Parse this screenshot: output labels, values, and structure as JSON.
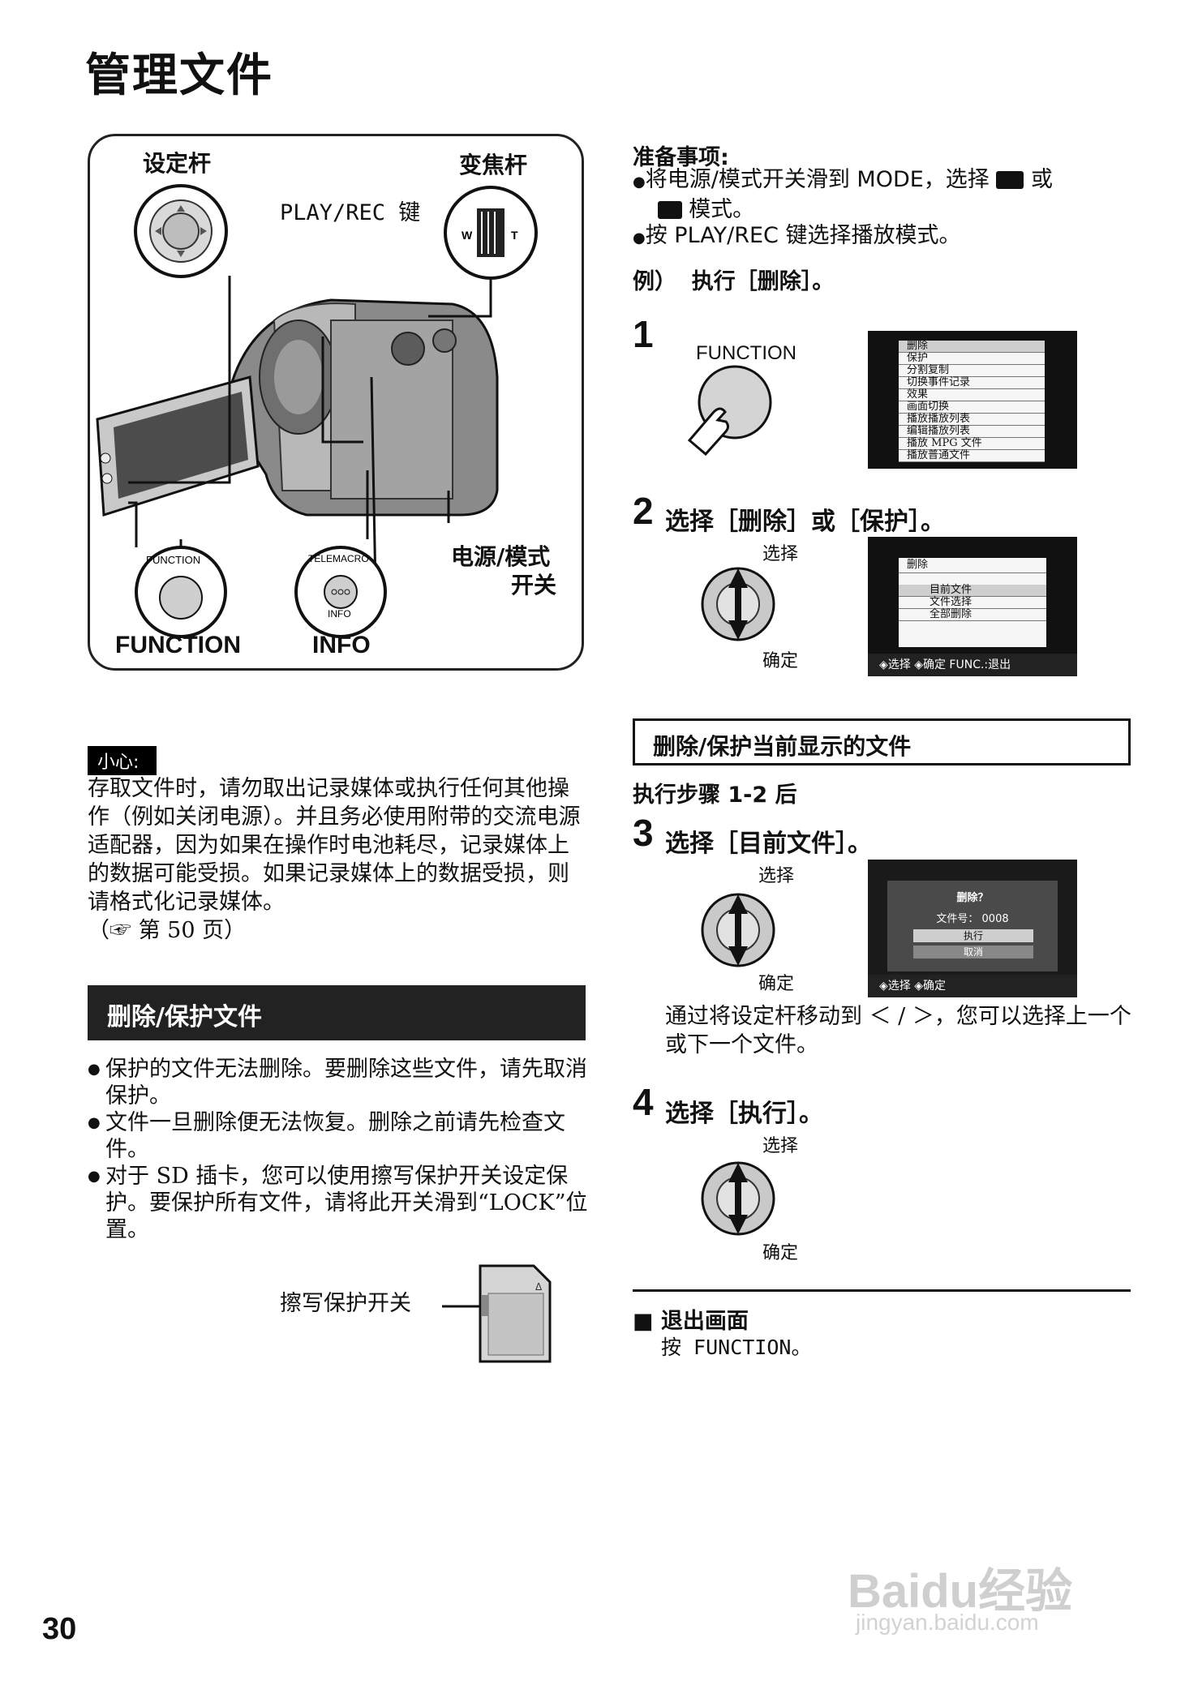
{
  "title": "管理文件",
  "camera": {
    "label_control_lever": "设定杆",
    "label_zoom_lever": "变焦杆",
    "label_play_rec": "PLAY/REC 键",
    "label_power_mode": "电源/模式",
    "label_power_mode_2": "开关",
    "function_small": "FUNCTION",
    "function_big": "FUNCTION",
    "telemacro": "TELEMACRO",
    "info_small": "INFO",
    "info_big": "INFO",
    "zoom_w": "W",
    "zoom_t": "T"
  },
  "caution": {
    "tag": "小心:",
    "text": "存取文件时，请勿取出记录媒体或执行任何其他操作（例如关闭电源）。并且务必使用附带的交流电源适配器，因为如果在操作时电池耗尽，记录媒体上的数据可能受损。如果记录媒体上的数据受损，则请格式化记录媒体。",
    "ref": "（☞ 第 50 页）"
  },
  "delete_protect": {
    "heading": "删除/保护文件",
    "bullets": [
      "保护的文件无法删除。要删除这些文件，请先取消保护。",
      "文件一旦删除便无法恢复。删除之前请先检查文件。",
      "对于 SD 插卡，您可以使用擦写保护开关设定保护。要保护所有文件，请将此开关滑到“LOCK”位置。"
    ],
    "sd_label": "擦写保护开关"
  },
  "prep": {
    "heading": "准备事项:",
    "bullet1a": "将电源/模式开关滑到 MODE，选择",
    "bullet1b": "或",
    "bullet1c": "模式。",
    "bullet2": "按 PLAY/REC 键选择播放模式。",
    "example": "例）  执行［删除］。"
  },
  "steps": {
    "s1_num": "1",
    "s1_function": "FUNCTION",
    "s1_menu": [
      "删除",
      "保护",
      "分割复制",
      "切换事件记录",
      "效果",
      "画面切换",
      "播放播放列表",
      "编辑播放列表",
      "播放 MPG 文件",
      "播放普通文件"
    ],
    "s2_num": "2",
    "s2_text": "选择［删除］或［保护］。",
    "select_label": "选择",
    "set_label": "确定",
    "s2_menu_title": "删除",
    "s2_menu": [
      "目前文件",
      "文件选择",
      "全部删除"
    ],
    "s2_bar": "◈选择   ◈确定   FUNC.:退出",
    "current_heading": "删除/保护当前显示的文件",
    "after_steps": "执行步骤 1-2 后",
    "s3_num": "3",
    "s3_text": "选择［目前文件］。",
    "s3_dialog_title": "删除？",
    "s3_file_no": "文件号： 0008",
    "s3_exec": "执行",
    "s3_cancel": "取消",
    "s3_bar": "◈选择   ◈确定",
    "s3_note": "通过将设定杆移动到 ＜ / ＞，您可以选择上一个或下一个文件。",
    "s4_num": "4",
    "s4_text": "选择［执行］。"
  },
  "exit": {
    "heading": "■ 退出画面",
    "text": "按 FUNCTION。"
  },
  "page_number": "30",
  "watermark": "Baidu经验",
  "watermark_url": "jingyan.baidu.com"
}
